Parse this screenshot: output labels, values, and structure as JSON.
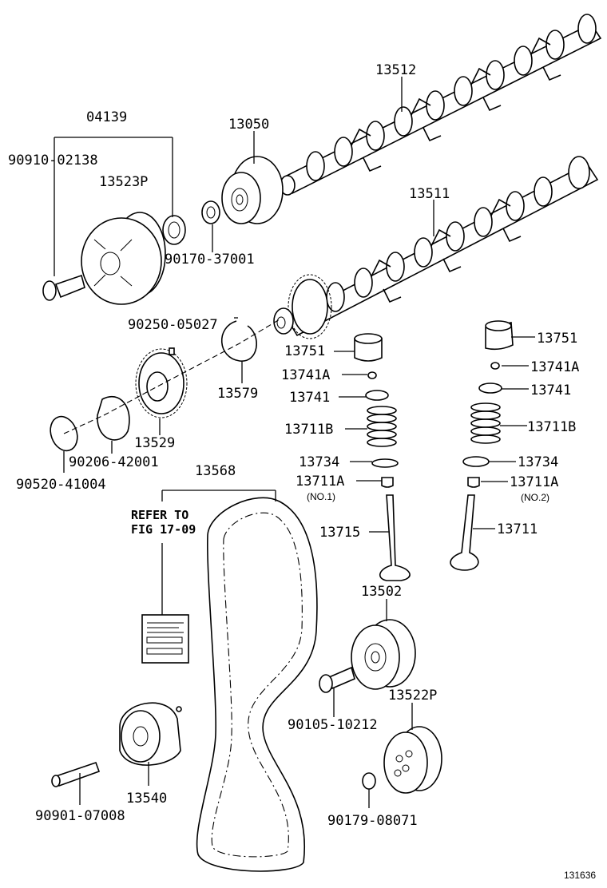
{
  "labels": {
    "p04139": "04139",
    "p90910_02138": "90910-02138",
    "p13523P": "13523P",
    "p13050": "13050",
    "p13512": "13512",
    "p13511": "13511",
    "p90170_37001": "90170-37001",
    "p90250_05027": "90250-05027",
    "p13579": "13579",
    "p13529": "13529",
    "p90206_42001": "90206-42001",
    "p90520_41004": "90520-41004",
    "p13568": "13568",
    "p13751_a": "13751",
    "p13741A_a": "13741A",
    "p13741_a": "13741",
    "p13711B_a": "13711B",
    "p13734_a": "13734",
    "p13711A_a": "13711A",
    "no1": "(NO.1)",
    "p13715": "13715",
    "p13751_b": "13751",
    "p13741A_b": "13741A",
    "p13741_b": "13741",
    "p13711B_b": "13711B",
    "p13734_b": "13734",
    "p13711A_b": "13711A",
    "no2": "(NO.2)",
    "p13711": "13711",
    "p13502": "13502",
    "p13522P": "13522P",
    "p90105_10212": "90105-10212",
    "p90179_08071": "90179-08071",
    "p13540": "13540",
    "p90901_07008": "90901-07008"
  },
  "note": {
    "line1": "REFER TO",
    "line2": "FIG 17-09"
  },
  "figure_id": "131636"
}
